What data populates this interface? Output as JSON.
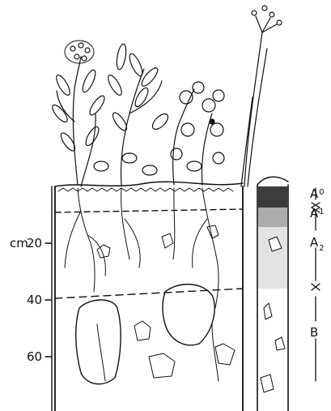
{
  "figure": {
    "depth_unit": "cm",
    "depth_ticks": [
      "20",
      "40",
      "60"
    ],
    "horizons": [
      {
        "id": "A0",
        "base": "A",
        "sub": "0"
      },
      {
        "id": "A1",
        "base": "A",
        "sub": "1"
      },
      {
        "id": "A2",
        "base": "A",
        "sub": "2"
      },
      {
        "id": "B",
        "base": "B",
        "sub": ""
      }
    ]
  },
  "colors": {
    "ink": "#111111",
    "paper": "#ffffff"
  }
}
